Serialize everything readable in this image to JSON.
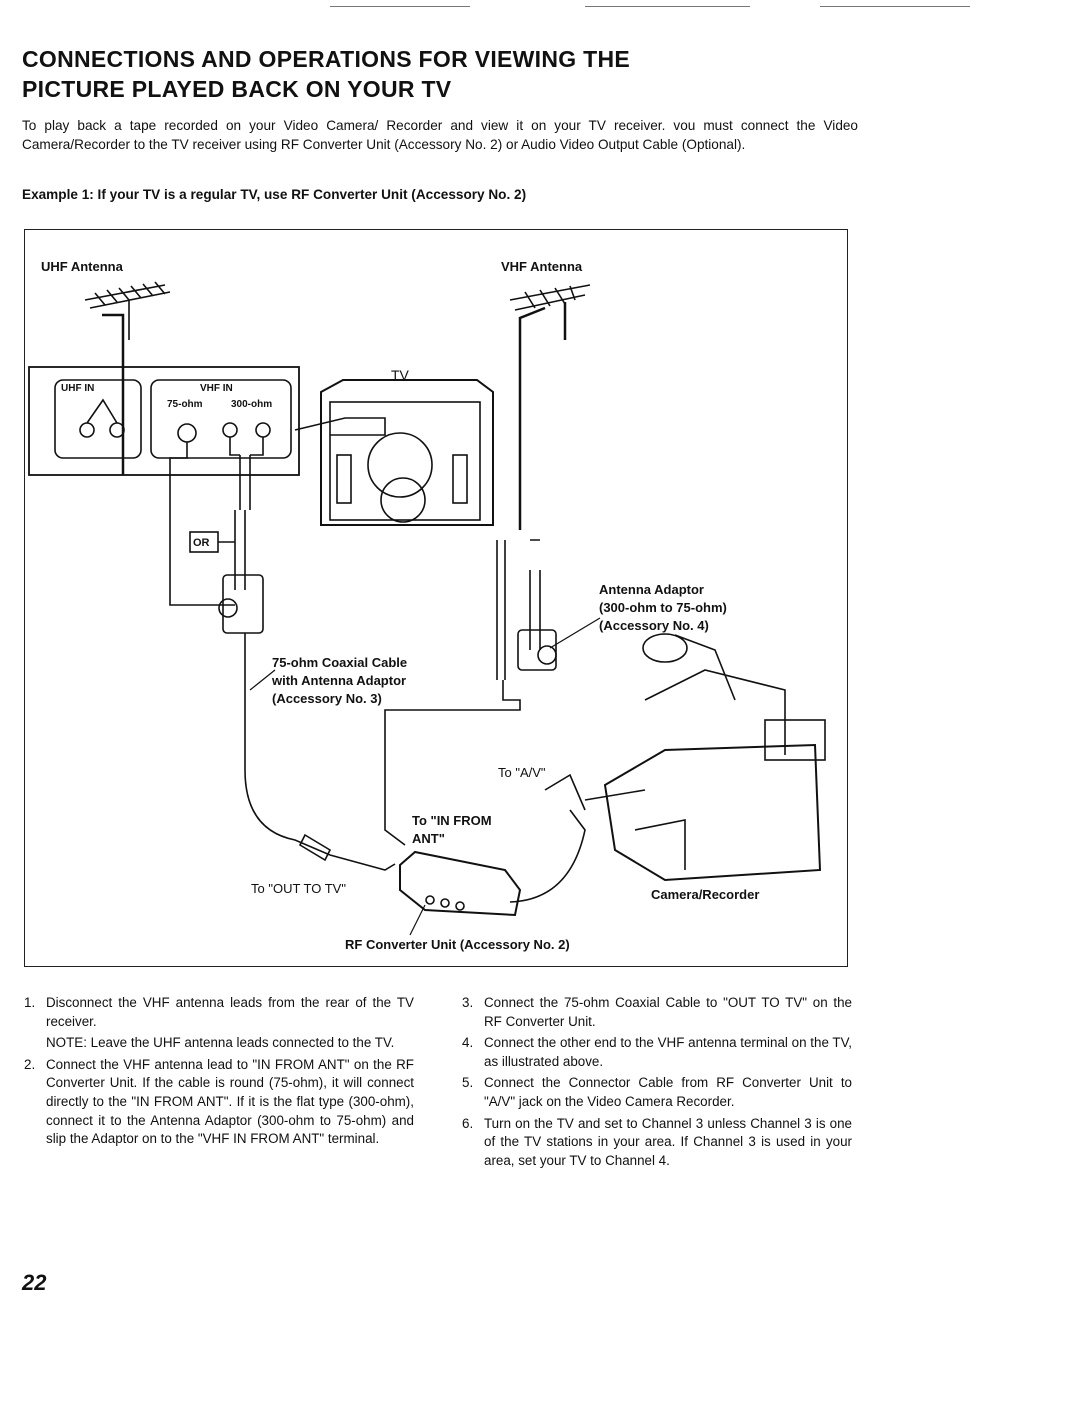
{
  "title": {
    "line1": "CONNECTIONS AND OPERATIONS FOR VIEWING THE",
    "line2": "PICTURE PLAYED BACK ON YOUR TV"
  },
  "intro": "To play back a tape recorded on your Video Camera/ Recorder and view it on your TV receiver. vou must connect the Video Camera/Recorder to the TV receiver using RF Converter Unit (Accessory No. 2) or Audio Video Output Cable (Optional).",
  "example": "Example 1: If your TV is a regular TV, use RF Converter Unit (Accessory No. 2)",
  "figure": {
    "uhf_antenna": "UHF Antenna",
    "vhf_antenna": "VHF Antenna",
    "tv": "TV",
    "uhf_in": "UHF IN",
    "vhf_in": "VHF IN",
    "ohm75": "75-ohm",
    "ohm300": "300-ohm",
    "or": "OR",
    "antenna_adaptor": "Antenna Adaptor",
    "antenna_adaptor_spec": "(300-ohm to 75-ohm)",
    "antenna_adaptor_acc": "(Accessory No. 4)",
    "coax_line1": "75-ohm Coaxial Cable",
    "coax_line2": "with Antenna Adaptor",
    "coax_line3": "(Accessory No. 3)",
    "to_av": "To \"A/V\"",
    "to_in_from_line1": "To \"IN FROM",
    "to_in_from_line2": "ANT\"",
    "to_out_to_tv": "To \"OUT TO TV\"",
    "camera_recorder": "Camera/Recorder",
    "rf_converter": "RF Converter Unit (Accessory No. 2)"
  },
  "steps_left": [
    {
      "num": "1.",
      "text": "Disconnect the VHF antenna leads from the rear of the TV receiver."
    },
    {
      "note": "NOTE: Leave the UHF antenna leads connected to the TV."
    },
    {
      "num": "2.",
      "text": "Connect the VHF antenna lead to \"IN FROM ANT\" on the RF Converter Unit. If the cable is round (75-ohm), it will connect directly to the \"IN FROM ANT\". If it is the flat type (300-ohm), connect it to the Antenna Adaptor (300-ohm to 75-ohm) and slip the Adaptor on to the \"VHF IN FROM ANT\" terminal."
    }
  ],
  "steps_right": [
    {
      "num": "3.",
      "text": "Connect the 75-ohm Coaxial Cable to \"OUT TO TV\" on the RF Converter Unit."
    },
    {
      "num": "4.",
      "text": "Connect the other end to the VHF antenna terminal on the TV, as illustrated above."
    },
    {
      "num": "5.",
      "text": "Connect the Connector Cable from RF Converter Unit to \"A/V\" jack on the Video Camera Recorder."
    },
    {
      "num": "6.",
      "text": "Turn on the TV and set to Channel 3 unless Channel 3 is one of the TV stations in your area. If Channel 3 is used in your area, set your TV to Channel 4."
    }
  ],
  "page_number": "22"
}
